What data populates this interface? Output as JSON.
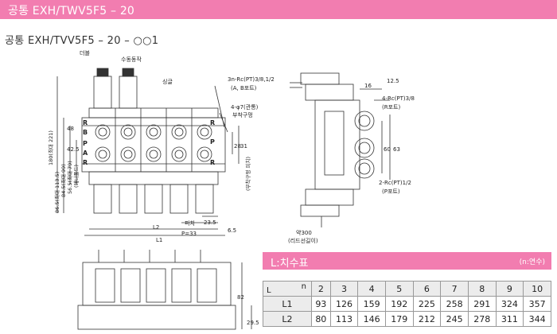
{
  "header": {
    "title": "공통 EXH/TWV5F5 – 20"
  },
  "subtitle": "공통 EXH/TVV5F5 – 20 – ○○1",
  "labels": {
    "terminal": "더블",
    "manual": "수동동작",
    "single": "싱글",
    "port_ab": "3n-Rc(PT)3/8,1/2",
    "port_ab2": "(A, B포트)",
    "mount_holes": "4-φ7(관통)",
    "mount_holes2": "부착구멍",
    "dim_48": "48",
    "dim_42_5": "42.5",
    "dim_28": "28",
    "dim_31": "31",
    "dim_23_5": "23.5",
    "dim_6_5": "6.5",
    "pitch": "피치",
    "p33": "P=33",
    "l2": "L2",
    "l1": "L1",
    "dim_16": "16",
    "dim_12_5": "12.5",
    "port_r": "4-Rc(PT)3/8",
    "port_r2": "(R포트)",
    "dim_60": "60",
    "dim_63": "63",
    "port_p": "2-Rc(PT)1/2",
    "port_p2": "(P포트)",
    "lead": "약300",
    "lead2": "(리드선길이)",
    "dim_82": "82",
    "dim_29_5": "29.5",
    "v1": "180(최대 221)",
    "v2": "86.5(최대 113.5)",
    "v3": "84.5(최대 99)",
    "v4": "56.5(최대 79)",
    "v5": "(매니폴드)",
    "v6": "(부착구멍 피치)",
    "port_letters": [
      "R",
      "B",
      "P",
      "A",
      "R"
    ],
    "side_letters": [
      "R",
      "P",
      "R"
    ]
  },
  "table": {
    "title": "L:치수표",
    "note": "(n:연수)",
    "corner_l": "L",
    "corner_n": "n",
    "columns": [
      "2",
      "3",
      "4",
      "5",
      "6",
      "7",
      "8",
      "9",
      "10"
    ],
    "rows": [
      {
        "label": "L1",
        "values": [
          "93",
          "126",
          "159",
          "192",
          "225",
          "258",
          "291",
          "324",
          "357"
        ]
      },
      {
        "label": "L2",
        "values": [
          "80",
          "113",
          "146",
          "179",
          "212",
          "245",
          "278",
          "311",
          "344"
        ]
      }
    ]
  }
}
